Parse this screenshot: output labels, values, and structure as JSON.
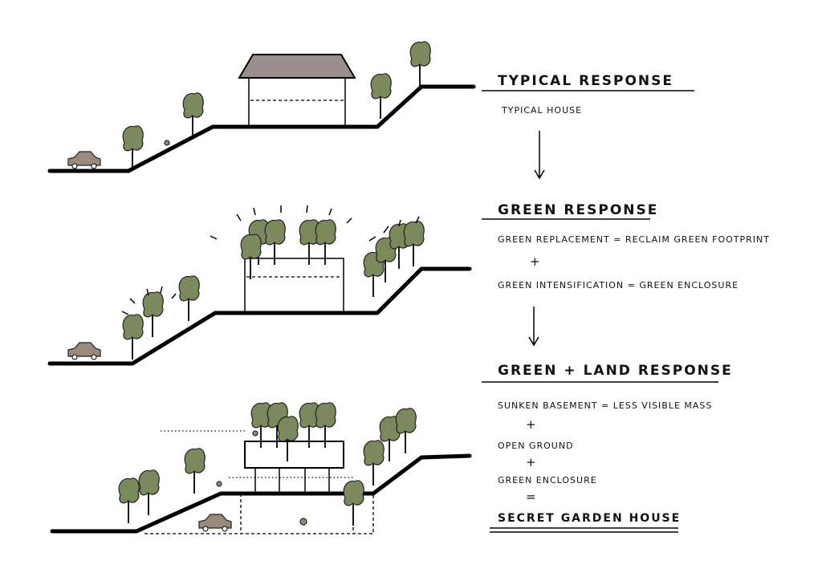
{
  "colors": {
    "tree": "#7a8a5c",
    "roof": "#9a8f8c",
    "car": "#9a8a7c",
    "ink": "#000000"
  },
  "sections": [
    {
      "title": "TYPICAL RESPONSE",
      "lines": [
        "TYPICAL HOUSE"
      ]
    },
    {
      "title": "GREEN RESPONSE",
      "lines": [
        "GREEN REPLACEMENT = RECLAIM GREEN FOOTPRINT",
        "+",
        "GREEN INTENSIFICATION = GREEN ENCLOSURE"
      ]
    },
    {
      "title": "GREEN + LAND RESPONSE",
      "lines": [
        "SUNKEN BASEMENT = LESS VISIBLE MASS",
        "+",
        "OPEN GROUND",
        "+",
        "GREEN ENCLOSURE",
        "=",
        "SECRET GARDEN HOUSE"
      ]
    }
  ]
}
